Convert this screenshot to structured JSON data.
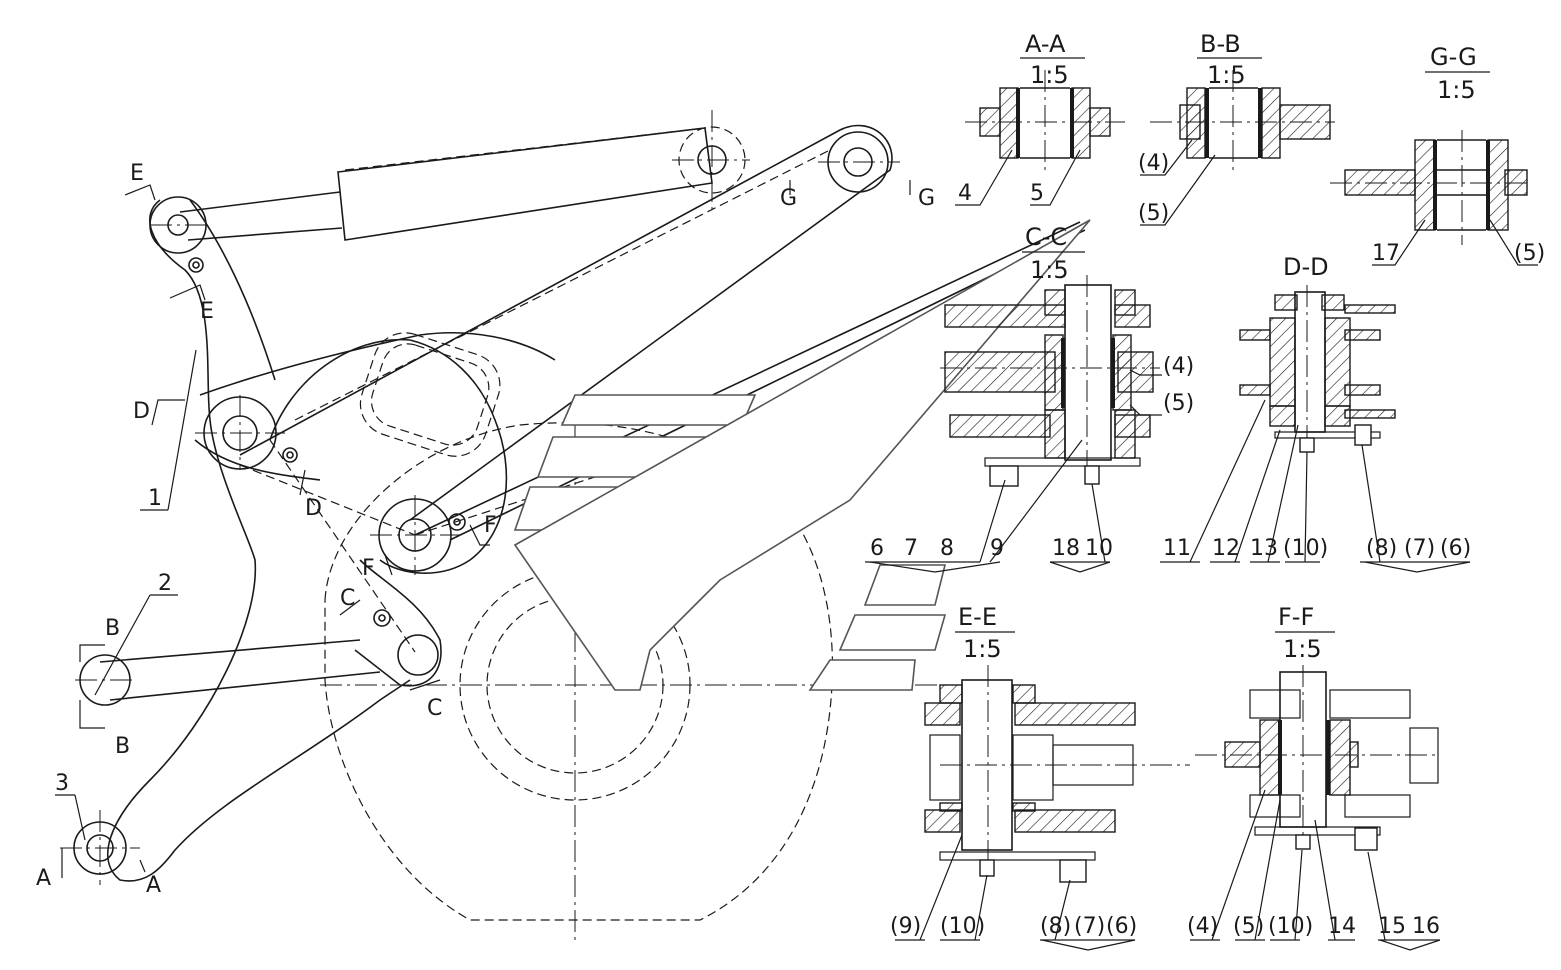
{
  "section_titles": {
    "aa": {
      "name": "A-A",
      "scale": "1:5"
    },
    "bb": {
      "name": "B-B",
      "scale": "1:5"
    },
    "gg": {
      "name": "G-G",
      "scale": "1:5"
    },
    "cc": {
      "name": "C-C",
      "scale": "1:5"
    },
    "dd": {
      "name": "D-D"
    },
    "ee": {
      "name": "E-E",
      "scale": "1:5"
    },
    "ff": {
      "name": "F-F",
      "scale": "1:5"
    }
  },
  "cut_markers": {
    "A": "A",
    "B": "B",
    "C": "C",
    "D": "D",
    "E": "E",
    "F": "F",
    "G": "G"
  },
  "part_numbers": {
    "p1": "1",
    "p2": "2",
    "p3": "3"
  },
  "callouts": {
    "aa": [
      "4",
      "5"
    ],
    "bb": [
      "(4)",
      "(5)"
    ],
    "gg": [
      "17",
      "(5)"
    ],
    "cc_side": [
      "(4)",
      "(5)"
    ],
    "cc_bottom": [
      "6",
      "7",
      "8",
      "9",
      "18",
      "10"
    ],
    "dd": [
      "11",
      "12",
      "13",
      "(10)",
      "(8)",
      "(7)",
      "(6)"
    ],
    "ee": [
      "(9)",
      "(10)",
      "(8)",
      "(7)",
      "(6)"
    ],
    "ff": [
      "(4)",
      "(5)",
      "(10)",
      "14",
      "15",
      "16"
    ]
  }
}
